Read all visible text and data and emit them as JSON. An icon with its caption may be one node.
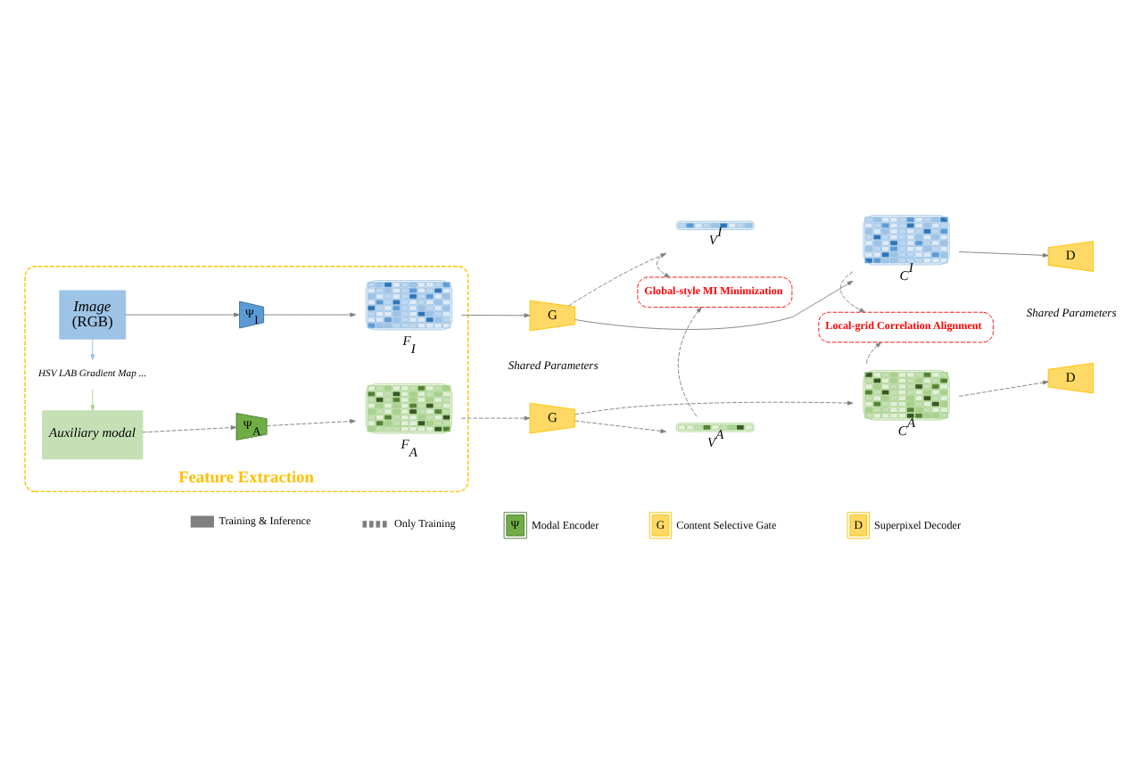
{
  "diagram": {
    "nodes": [
      {
        "text": [
          "Feature Extraction"
        ]
      },
      {
        "text": [
          "Image",
          "(RGB)"
        ],
        "in": 0
      },
      {
        "text": [
          "Ψ$_{I}$"
        ],
        "in": 0
      },
      {
        "text": [
          "F$_{I}$"
        ],
        "in": 0
      },
      {
        "text": [
          "HSV LAB Gradient Map ..."
        ],
        "in": 0
      },
      {
        "text": [
          "Auxiliary modal"
        ],
        "in": 0
      },
      {
        "text": [
          "Ψ$_{A}$"
        ],
        "in": 0
      },
      {
        "text": [
          "F$_{A}$"
        ],
        "in": 0
      },
      {
        "text": [
          "G"
        ]
      },
      {
        "text": [
          "G"
        ]
      },
      {
        "text": [
          "V$^{I}$"
        ]
      },
      {
        "text": [
          "V$^{A}$"
        ]
      },
      {
        "text": [
          "C$^{I}$"
        ]
      },
      {
        "text": [
          "C$^{A}$"
        ]
      },
      {
        "text": [
          "Global-style MI Minimization"
        ]
      },
      {
        "text": [
          "Local-grid Correlation Alignment"
        ]
      },
      {
        "text": [
          "D"
        ]
      },
      {
        "text": [
          "D"
        ]
      }
    ],
    "edges": [
      {
        "from": 1,
        "to": 2,
        "arrow": "to"
      },
      {
        "from": 2,
        "to": 3,
        "arrow": "to"
      },
      {
        "from": 1,
        "to": 4,
        "arrow": "to",
        "color": "#9dc3e6"
      },
      {
        "from": 4,
        "to": 5,
        "arrow": "to",
        "color": "#a9d18e"
      },
      {
        "from": 5,
        "to": 6,
        "arrow": "to",
        "style": "dashed"
      },
      {
        "from": 6,
        "to": 7,
        "arrow": "to",
        "style": "dashed"
      },
      {
        "from": 3,
        "to": 8,
        "arrow": "to"
      },
      {
        "from": 7,
        "to": 9,
        "arrow": "to",
        "style": "dashed"
      },
      {
        "from": 8,
        "to": 12,
        "arrow": "to"
      },
      {
        "from": 8,
        "to": 10,
        "arrow": "to",
        "style": "dashed"
      },
      {
        "from": 9,
        "to": 13,
        "arrow": "to",
        "style": "dashed"
      },
      {
        "from": 9,
        "to": 11,
        "arrow": "to",
        "style": "dashed"
      },
      {
        "from": 10,
        "to": 14,
        "arrow": "to",
        "style": "dashed"
      },
      {
        "from": 11,
        "to": 14,
        "arrow": "to",
        "style": "dashed"
      },
      {
        "from": 12,
        "to": 15,
        "arrow": "to",
        "style": "dashed"
      },
      {
        "from": 13,
        "to": 15,
        "arrow": "to",
        "style": "dashed"
      },
      {
        "from": 12,
        "to": 16,
        "arrow": "to"
      },
      {
        "from": 13,
        "to": 17,
        "arrow": "to",
        "style": "dashed"
      }
    ],
    "labels": [
      "Shared Parameters",
      "Shared Parameters",
      "Ψ",
      "G",
      "D"
    ],
    "legend": [
      {
        "text": "Training & Inference"
      },
      {
        "text": "Only Training"
      },
      {
        "text": "Modal Encoder"
      },
      {
        "text": "Content Selective Gate"
      },
      {
        "text": "Superpixel Decoder"
      }
    ]
  }
}
